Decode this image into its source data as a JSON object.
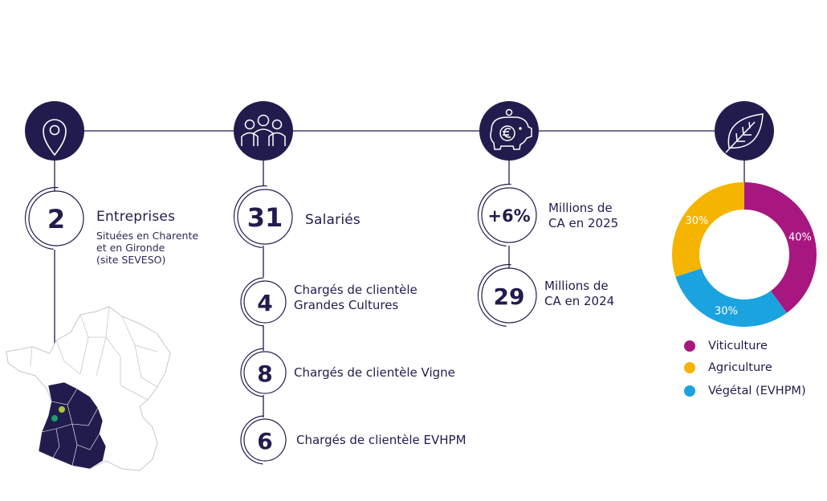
{
  "companies": {
    "value": "2",
    "label": "Entreprises",
    "sub_lines": [
      "Situées en Charente",
      "et en Gironde",
      "(site SEVESO)"
    ]
  },
  "employees": {
    "value": "31",
    "label": "Salariés",
    "breakdown": [
      {
        "value": "4",
        "line1": "Chargés de clientèle",
        "line2": "Grandes Cultures"
      },
      {
        "value": "8",
        "line1": "Chargés de clientèle Vigne",
        "line2": ""
      },
      {
        "value": "6",
        "line1": "Chargés de clientèle EVHPM",
        "line2": ""
      }
    ]
  },
  "revenue": [
    {
      "value": "+6%",
      "line1": "Millions de",
      "line2": "CA en 2025"
    },
    {
      "value": "29",
      "line1": "Millions de",
      "line2": "CA en 2024"
    }
  ],
  "icons": [
    "location-pin-icon",
    "people-icon",
    "piggy-bank-euro-icon",
    "leaf-icon"
  ],
  "colors": {
    "navy": "#221c4e",
    "viticulture": "#a8177f",
    "agriculture": "#f5b400",
    "vegetal": "#1ba3e0",
    "map_pin_green": "#1f9e6e",
    "map_pin_lime": "#a7c93a"
  },
  "chart_data": {
    "type": "pie",
    "style": "donut",
    "title": "",
    "categories": [
      "Viticulture",
      "Agriculture",
      "Végétal (EVHPM)"
    ],
    "values": [
      40,
      30,
      30
    ],
    "value_labels": [
      "40%",
      "30%",
      "30%"
    ],
    "colors": [
      "#a8177f",
      "#f5b400",
      "#1ba3e0"
    ],
    "legend_position": "bottom"
  }
}
